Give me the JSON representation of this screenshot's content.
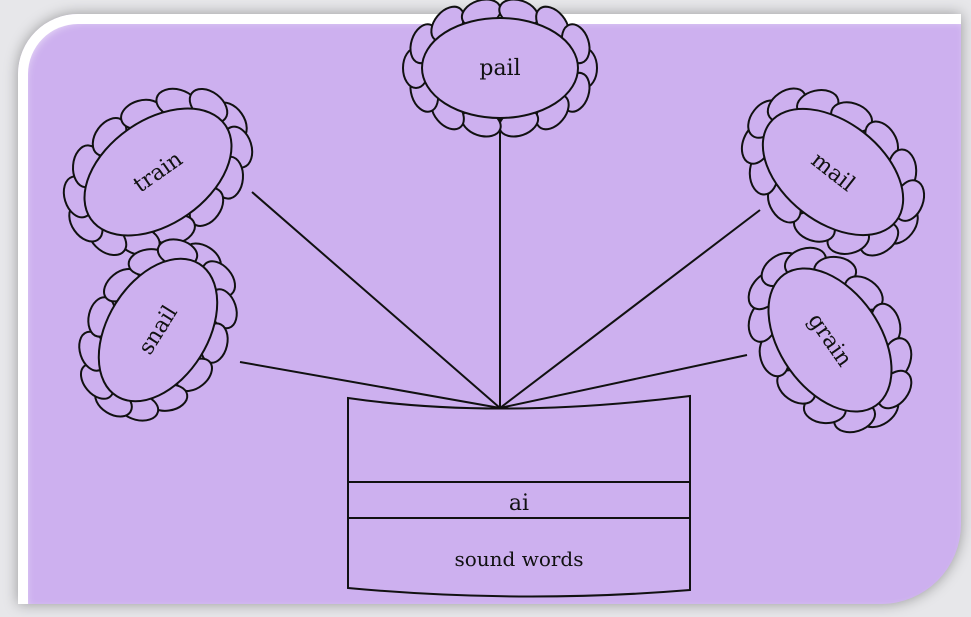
{
  "flowers": [
    {
      "id": "pail",
      "word": "pail"
    },
    {
      "id": "train",
      "word": "train"
    },
    {
      "id": "mail",
      "word": "mail"
    },
    {
      "id": "snail",
      "word": "snail"
    },
    {
      "id": "grain",
      "word": "grain"
    }
  ],
  "pot": {
    "sound": "ai",
    "caption": "sound words"
  },
  "colors": {
    "background": "#cdb0ef",
    "ink": "#111111"
  }
}
